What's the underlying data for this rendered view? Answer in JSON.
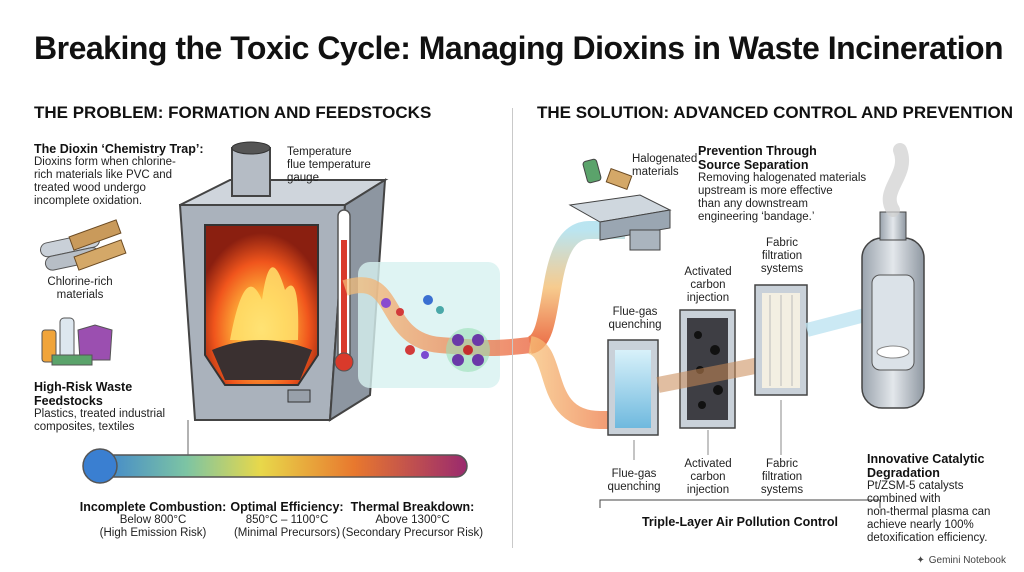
{
  "title": "Breaking the Toxic Cycle: Managing Dioxins in Waste Incineration",
  "problem": {
    "heading": "THE PROBLEM: FORMATION AND FEEDSTOCKS",
    "chemistry_trap": {
      "title": "The Dioxin ‘Chemistry Trap’:",
      "text": [
        "Dioxins form when chlorine-",
        "rich materials like PVC and",
        "treated wood undergo",
        "incomplete oxidation."
      ]
    },
    "gauge_label": [
      "Temperature",
      "flue temperature",
      "gauge"
    ],
    "chlorine_label": [
      "Chlorine-rich",
      "materials"
    ],
    "feedstocks": {
      "title": [
        "High-Risk Waste",
        "Feedstocks"
      ],
      "text": [
        "Plastics, treated industrial",
        "composites, textiles"
      ]
    },
    "scale": [
      {
        "title": "Incomplete Combustion:",
        "line1": "Below 800°C",
        "line2": "(High Emission Risk)"
      },
      {
        "title": "Optimal Efficiency:",
        "line1": "850°C – 1100°C",
        "line2": "(Minimal Precursors)"
      },
      {
        "title": "Thermal Breakdown:",
        "line1": "Above 1300°C",
        "line2": "(Secondary Precursor Risk)"
      }
    ]
  },
  "solution": {
    "heading": "THE SOLUTION: ADVANCED CONTROL AND PREVENTION",
    "halogenated_label": [
      "Halogenated",
      "materials"
    ],
    "prevention": {
      "title": [
        "Prevention Through",
        "Source Separation"
      ],
      "text": [
        "Removing halogenated materials",
        "upstream is more effective",
        "than any downstream",
        "engineering ‘bandage.’"
      ]
    },
    "top_labels": {
      "quenching": [
        "Flue-gas",
        "quenching"
      ],
      "carbon": [
        "Activated",
        "carbon",
        "injection"
      ],
      "fabric": [
        "Fabric",
        "filtration",
        "systems"
      ]
    },
    "bottom_labels": {
      "quenching": [
        "Flue-gas",
        "quenching"
      ],
      "carbon": [
        "Activated",
        "carbon",
        "injection"
      ],
      "fabric": [
        "Fabric",
        "filtration",
        "systems"
      ]
    },
    "apc_label": "Triple-Layer Air Pollution Control",
    "catalytic": {
      "title": [
        "Innovative Catalytic",
        "Degradation"
      ],
      "text": [
        "Pt/ZSM-5 catalysts",
        "combined with",
        "non-thermal plasma can",
        "achieve nearly 100%",
        "detoxification efficiency."
      ]
    }
  },
  "watermark": "Gemini Notebook",
  "colors": {
    "flame": "#f26b1d",
    "gas_blue": "#9fd3ea",
    "cold": "#3a7fd1",
    "hot": "#b5306b",
    "machine": "#b9c0c9"
  }
}
